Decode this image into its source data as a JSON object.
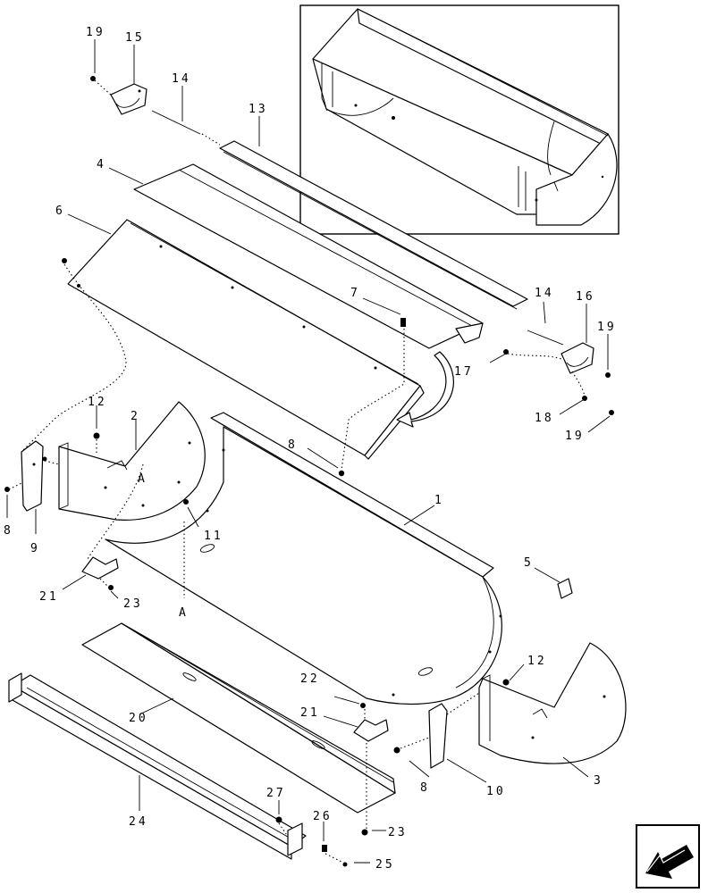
{
  "callouts": {
    "c1": "1",
    "c2": "2",
    "c3": "3",
    "c4": "4",
    "c5": "5",
    "c6": "6",
    "c7": "7",
    "c8a": "8",
    "c8b": "8",
    "c8c": "8",
    "c9": "9",
    "c10": "10",
    "c11": "11",
    "c12a": "12",
    "c12b": "12",
    "c13": "13",
    "c14a": "14",
    "c14b": "14",
    "c15": "15",
    "c16": "16",
    "c17": "17",
    "c18": "18",
    "c19a": "19",
    "c19b": "19",
    "c19c": "19",
    "c20": "20",
    "c21a": "21",
    "c21b": "21",
    "c22": "22",
    "c23a": "23",
    "c23b": "23",
    "c24": "24",
    "c25": "25",
    "c26": "26",
    "c27": "27"
  },
  "marks": {
    "a_top": "A",
    "a_bottom": "A"
  },
  "icons": {
    "nav_arrow": "arrow-back-left-icon"
  }
}
